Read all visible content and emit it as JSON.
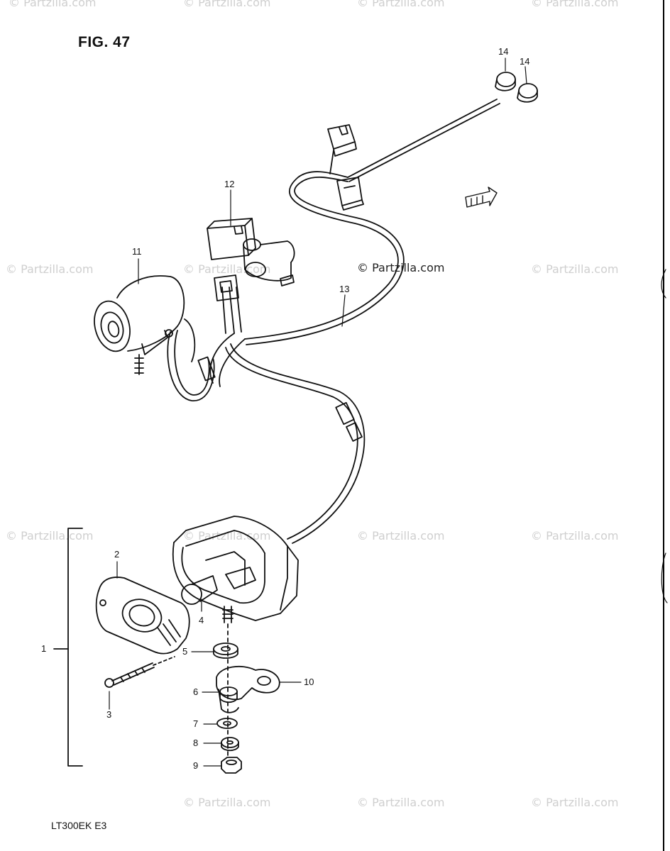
{
  "figure": {
    "title": "FIG. 47",
    "model_code": "LT300EK  E3"
  },
  "watermark": {
    "text": "© Partzilla.com",
    "center_text": "© Partzilla.com"
  },
  "callouts": {
    "c1": "1",
    "c2": "2",
    "c3": "3",
    "c4": "4",
    "c5": "5",
    "c6": "6",
    "c7": "7",
    "c8": "8",
    "c9": "9",
    "c10": "10",
    "c11": "11",
    "c12": "12",
    "c13": "13",
    "c14a": "14",
    "c14b": "14"
  },
  "colors": {
    "ink": "#111111",
    "watermark": "#cfcfcf"
  }
}
